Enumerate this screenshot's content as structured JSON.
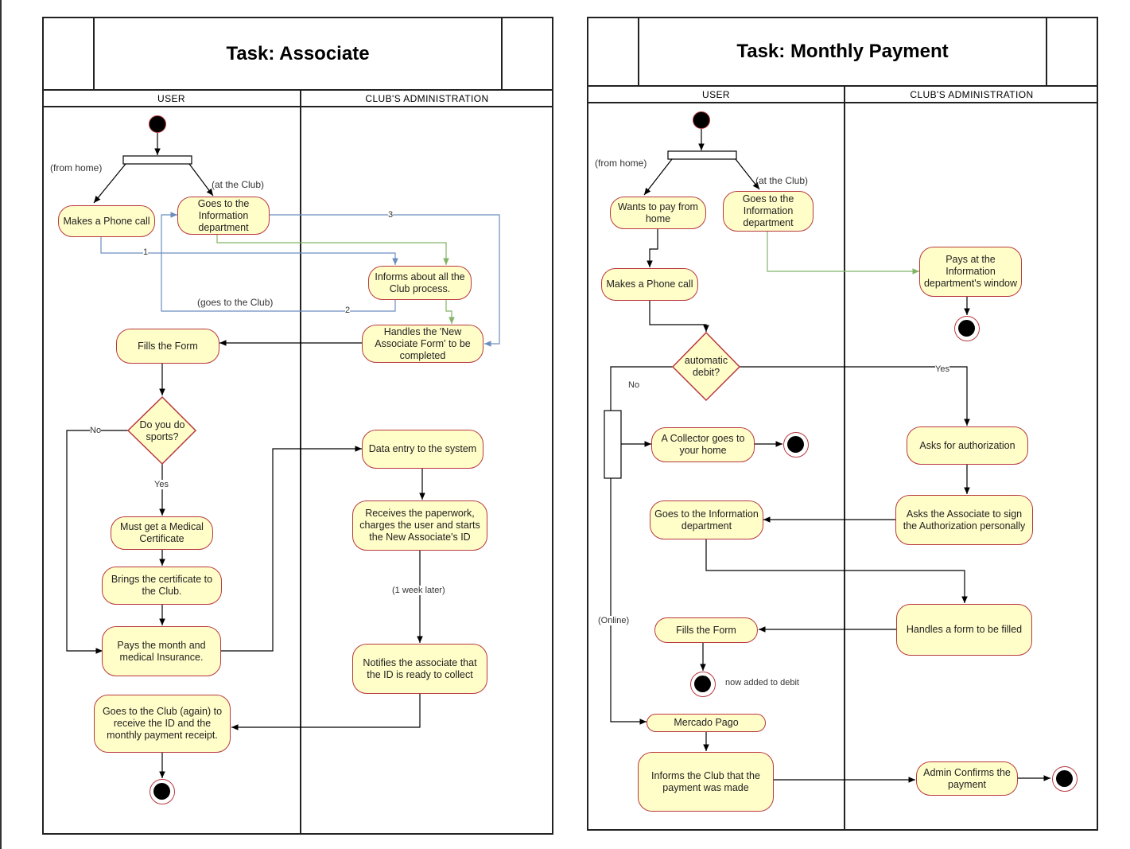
{
  "diagram1": {
    "title": "Task: Associate",
    "lane_user": "USER",
    "lane_admin": "CLUB'S ADMINISTRATION",
    "nodes": {
      "phone_call": "Makes a Phone call",
      "info_dept": "Goes to the Information department",
      "informs": "Informs about all the Club process.",
      "handles_form": "Handles the 'New Associate Form' to be completed",
      "fills_form": "Fills the Form",
      "decision": "Do you do sports?",
      "medical": "Must get a Medical Certificate",
      "brings_cert": "Brings the certificate to the Club.",
      "pays": "Pays the month and medical Insurance.",
      "data_entry": "Data entry to the system",
      "receives": "Receives the paperwork, charges the user and starts the New Associate's ID",
      "notifies": "Notifies the associate that the ID is ready to collect",
      "goes_again": "Goes to the Club (again) to receive the ID and the monthly payment receipt."
    },
    "labels": {
      "from_home": "(from home)",
      "at_club": "(at the Club)",
      "goes_club": "(goes to the Club)",
      "n1": "1",
      "n2": "2",
      "n3": "3",
      "no": "No",
      "yes": "Yes",
      "week_later": "(1 week later)"
    }
  },
  "diagram2": {
    "title": "Task: Monthly Payment",
    "lane_user": "USER",
    "lane_admin": "CLUB'S ADMINISTRATION",
    "nodes": {
      "pay_home": "Wants to pay from home",
      "info_dept": "Goes to the Information department",
      "pays_window": "Pays at the Information department's window",
      "phone_call": "Makes a Phone call",
      "decision": "automatic debit?",
      "collector": "A Collector goes to your home",
      "asks_auth": "Asks for authorization",
      "goes_info": "Goes to the Information department",
      "asks_sign": "Asks the Associate to sign the Authorization personally",
      "handles_form": "Handles a form to be filled",
      "fills_form": "Fills the Form",
      "mercado": "Mercado Pago",
      "informs": "Informs the Club that the payment was made",
      "admin_confirms": "Admin Confirms the payment"
    },
    "labels": {
      "from_home": "(from home)",
      "at_club": "(at the Club)",
      "no": "No",
      "yes": "Yes",
      "online": "(Online)",
      "now_added": "now added to debit"
    }
  },
  "colors": {
    "node_fill": "#fffdc8",
    "node_border": "#b8383f",
    "line_black": "#000000",
    "line_blue": "#6c8ebf",
    "line_green": "#82b366"
  }
}
